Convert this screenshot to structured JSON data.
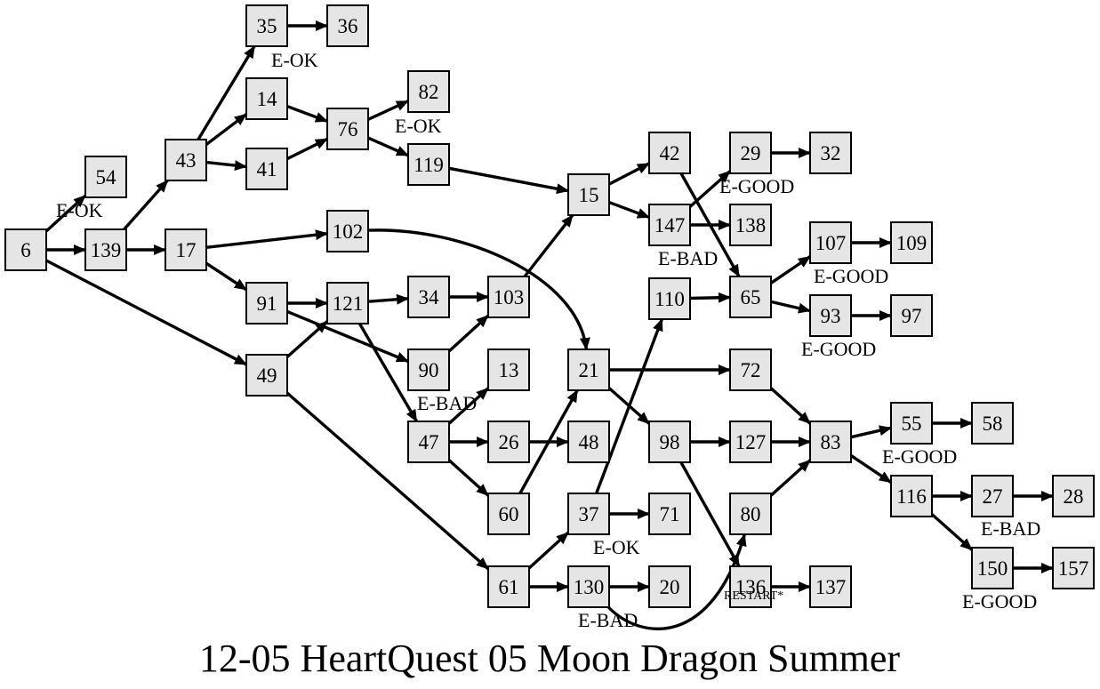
{
  "title": "12-05 HeartQuest 05 Moon Dragon Summer",
  "nodes": [
    {
      "id": "6",
      "label": "6"
    },
    {
      "id": "54",
      "label": "54"
    },
    {
      "id": "139",
      "label": "139"
    },
    {
      "id": "43",
      "label": "43"
    },
    {
      "id": "17",
      "label": "17"
    },
    {
      "id": "35",
      "label": "35"
    },
    {
      "id": "36",
      "label": "36"
    },
    {
      "id": "14",
      "label": "14"
    },
    {
      "id": "41",
      "label": "41"
    },
    {
      "id": "76",
      "label": "76"
    },
    {
      "id": "82",
      "label": "82"
    },
    {
      "id": "119",
      "label": "119"
    },
    {
      "id": "102",
      "label": "102"
    },
    {
      "id": "91",
      "label": "91"
    },
    {
      "id": "121",
      "label": "121"
    },
    {
      "id": "49",
      "label": "49"
    },
    {
      "id": "34",
      "label": "34"
    },
    {
      "id": "90",
      "label": "90"
    },
    {
      "id": "103",
      "label": "103"
    },
    {
      "id": "47",
      "label": "47"
    },
    {
      "id": "13",
      "label": "13"
    },
    {
      "id": "26",
      "label": "26"
    },
    {
      "id": "48",
      "label": "48"
    },
    {
      "id": "60",
      "label": "60"
    },
    {
      "id": "61",
      "label": "61"
    },
    {
      "id": "15",
      "label": "15"
    },
    {
      "id": "21",
      "label": "21"
    },
    {
      "id": "37",
      "label": "37"
    },
    {
      "id": "130",
      "label": "130"
    },
    {
      "id": "42",
      "label": "42"
    },
    {
      "id": "147",
      "label": "147"
    },
    {
      "id": "110",
      "label": "110"
    },
    {
      "id": "98",
      "label": "98"
    },
    {
      "id": "71",
      "label": "71"
    },
    {
      "id": "20",
      "label": "20"
    },
    {
      "id": "29",
      "label": "29"
    },
    {
      "id": "32",
      "label": "32"
    },
    {
      "id": "138",
      "label": "138"
    },
    {
      "id": "65",
      "label": "65"
    },
    {
      "id": "72",
      "label": "72"
    },
    {
      "id": "127",
      "label": "127"
    },
    {
      "id": "80",
      "label": "80"
    },
    {
      "id": "136",
      "label": "136"
    },
    {
      "id": "137",
      "label": "137"
    },
    {
      "id": "107",
      "label": "107"
    },
    {
      "id": "109",
      "label": "109"
    },
    {
      "id": "93",
      "label": "93"
    },
    {
      "id": "97",
      "label": "97"
    },
    {
      "id": "83",
      "label": "83"
    },
    {
      "id": "55",
      "label": "55"
    },
    {
      "id": "58",
      "label": "58"
    },
    {
      "id": "116",
      "label": "116"
    },
    {
      "id": "27",
      "label": "27"
    },
    {
      "id": "28",
      "label": "28"
    },
    {
      "id": "150",
      "label": "150"
    },
    {
      "id": "157",
      "label": "157"
    }
  ],
  "edges": [
    {
      "from": "6",
      "to": "54"
    },
    {
      "from": "6",
      "to": "139"
    },
    {
      "from": "6",
      "to": "49"
    },
    {
      "from": "139",
      "to": "43"
    },
    {
      "from": "139",
      "to": "17"
    },
    {
      "from": "43",
      "to": "35"
    },
    {
      "from": "43",
      "to": "14"
    },
    {
      "from": "43",
      "to": "41"
    },
    {
      "from": "35",
      "to": "36"
    },
    {
      "from": "14",
      "to": "76"
    },
    {
      "from": "41",
      "to": "76"
    },
    {
      "from": "76",
      "to": "82"
    },
    {
      "from": "76",
      "to": "119"
    },
    {
      "from": "119",
      "to": "15"
    },
    {
      "from": "17",
      "to": "102"
    },
    {
      "from": "17",
      "to": "91"
    },
    {
      "from": "102",
      "to": "21"
    },
    {
      "from": "91",
      "to": "121"
    },
    {
      "from": "91",
      "to": "90"
    },
    {
      "from": "49",
      "to": "121"
    },
    {
      "from": "49",
      "to": "61"
    },
    {
      "from": "121",
      "to": "34"
    },
    {
      "from": "121",
      "to": "47"
    },
    {
      "from": "34",
      "to": "103"
    },
    {
      "from": "90",
      "to": "103"
    },
    {
      "from": "103",
      "to": "15"
    },
    {
      "from": "47",
      "to": "13"
    },
    {
      "from": "47",
      "to": "26"
    },
    {
      "from": "47",
      "to": "60"
    },
    {
      "from": "26",
      "to": "48"
    },
    {
      "from": "60",
      "to": "21"
    },
    {
      "from": "61",
      "to": "37"
    },
    {
      "from": "61",
      "to": "130"
    },
    {
      "from": "15",
      "to": "42"
    },
    {
      "from": "15",
      "to": "147"
    },
    {
      "from": "42",
      "to": "65"
    },
    {
      "from": "147",
      "to": "29"
    },
    {
      "from": "147",
      "to": "138"
    },
    {
      "from": "29",
      "to": "32"
    },
    {
      "from": "21",
      "to": "72"
    },
    {
      "from": "21",
      "to": "98"
    },
    {
      "from": "37",
      "to": "110"
    },
    {
      "from": "37",
      "to": "71"
    },
    {
      "from": "130",
      "to": "20"
    },
    {
      "from": "130",
      "to": "80"
    },
    {
      "from": "110",
      "to": "65"
    },
    {
      "from": "98",
      "to": "127"
    },
    {
      "from": "98",
      "to": "136"
    },
    {
      "from": "136",
      "to": "137"
    },
    {
      "from": "65",
      "to": "107"
    },
    {
      "from": "65",
      "to": "93"
    },
    {
      "from": "107",
      "to": "109"
    },
    {
      "from": "93",
      "to": "97"
    },
    {
      "from": "72",
      "to": "83"
    },
    {
      "from": "127",
      "to": "83"
    },
    {
      "from": "80",
      "to": "83"
    },
    {
      "from": "83",
      "to": "55"
    },
    {
      "from": "83",
      "to": "116"
    },
    {
      "from": "55",
      "to": "58"
    },
    {
      "from": "116",
      "to": "27"
    },
    {
      "from": "116",
      "to": "150"
    },
    {
      "from": "27",
      "to": "28"
    },
    {
      "from": "150",
      "to": "157"
    }
  ],
  "edge_labels": [
    {
      "node": "54",
      "text": "E-OK"
    },
    {
      "node": "35",
      "text": "E-OK"
    },
    {
      "node": "82",
      "text": "E-OK"
    },
    {
      "node": "90",
      "text": "E-BAD"
    },
    {
      "node": "37",
      "text": "E-OK"
    },
    {
      "node": "130",
      "text": "E-BAD"
    },
    {
      "node": "147",
      "text": "E-BAD"
    },
    {
      "node": "29",
      "text": "E-GOOD"
    },
    {
      "node": "107",
      "text": "E-GOOD"
    },
    {
      "node": "93",
      "text": "E-GOOD"
    },
    {
      "node": "136",
      "text": "RESTART*"
    },
    {
      "node": "55",
      "text": "E-GOOD"
    },
    {
      "node": "27",
      "text": "E-BAD"
    },
    {
      "node": "150",
      "text": "E-GOOD"
    }
  ]
}
